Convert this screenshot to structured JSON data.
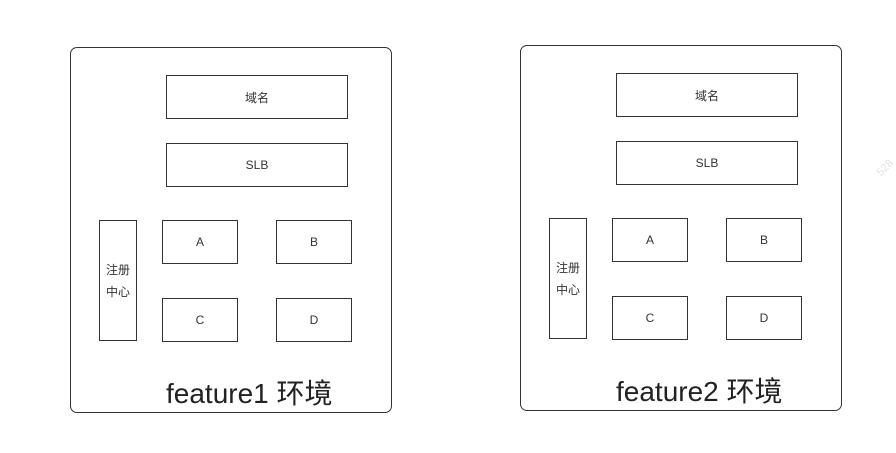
{
  "environments": [
    {
      "domain_label": "域名",
      "slb_label": "SLB",
      "registry_label": "注册中心",
      "services": [
        "A",
        "B",
        "C",
        "D"
      ],
      "env_label": "feature1 环境"
    },
    {
      "domain_label": "域名",
      "slb_label": "SLB",
      "registry_label": "注册中心",
      "services": [
        "A",
        "B",
        "C",
        "D"
      ],
      "env_label": "feature2 环境"
    }
  ],
  "watermark": "528"
}
